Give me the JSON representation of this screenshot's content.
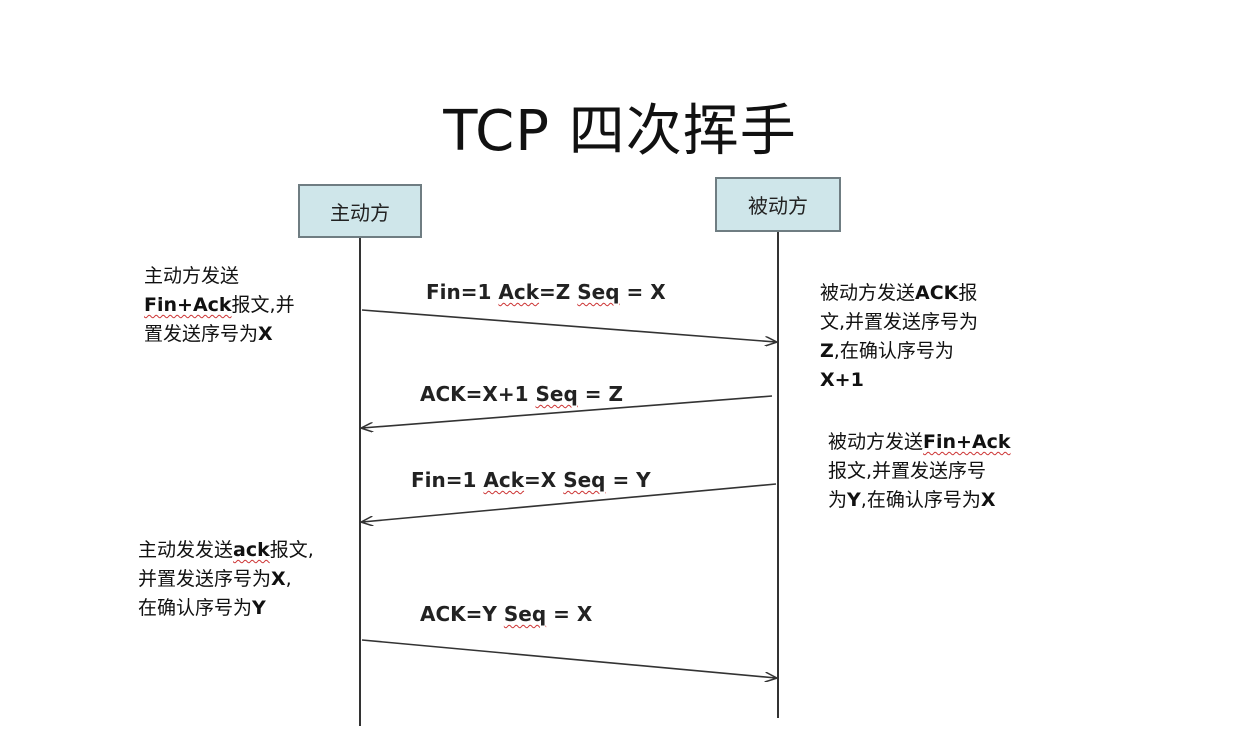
{
  "title": "TCP 四次挥手",
  "participants": {
    "active": "主动方",
    "passive": "被动方"
  },
  "messages": [
    {
      "pre": "Fin=1 ",
      "u1": "Ack",
      "mid": "=Z ",
      "u2": "Seq",
      "post": " = X",
      "direction": "active-to-passive"
    },
    {
      "pre": "ACK=X+1 ",
      "u1": "",
      "mid": "",
      "u2": "Seq",
      "post": " = Z",
      "direction": "passive-to-active"
    },
    {
      "pre": "Fin=1 ",
      "u1": "Ack",
      "mid": "=X ",
      "u2": "Seq",
      "post": " = Y",
      "direction": "passive-to-active"
    },
    {
      "pre": "ACK=Y ",
      "u1": "",
      "mid": "",
      "u2": "Seq",
      "post": " = X",
      "direction": "active-to-passive"
    }
  ],
  "notes": {
    "n1": {
      "l1": "主动方发送",
      "l2a": "Fin+Ack",
      "l2b": "报文,并",
      "l3a": "置发送序号为",
      "l3b": "X"
    },
    "n2": {
      "l1a": "被动方发送",
      "l1b": "ACK",
      "l1c": "报",
      "l2": "文,并置发送序号为",
      "l3a": "Z",
      "l3b": ",在确认序号为",
      "l4": "X+1"
    },
    "n3": {
      "l1a": "被动方发送",
      "l1b": "Fin+Ack",
      "l2": "报文,并置发送序号",
      "l3a": "为",
      "l3b": "Y",
      "l3c": ",在确认序号为",
      "l3d": "X"
    },
    "n4": {
      "l1a": "主动发发送",
      "l1b": "ack",
      "l1c": "报文,",
      "l2a": "并置发送序号为",
      "l2b": "X",
      "l2c": ",",
      "l3a": "在确认序号为",
      "l3b": "Y"
    }
  }
}
